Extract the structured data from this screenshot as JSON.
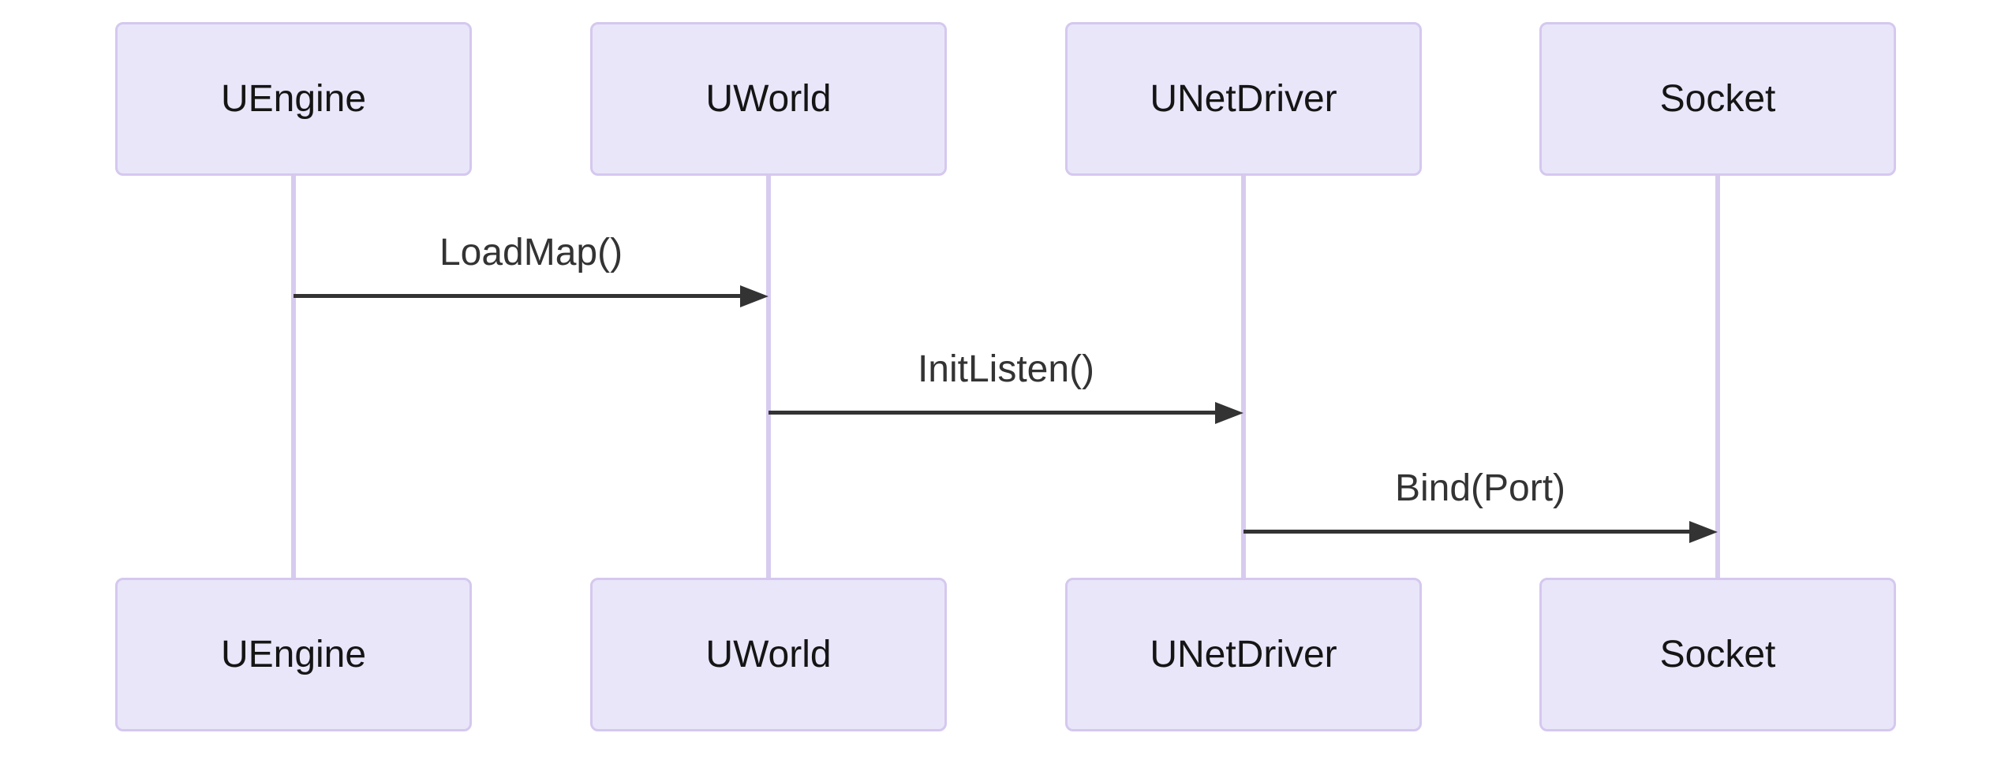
{
  "diagram": {
    "type": "sequence-diagram",
    "actors": [
      {
        "name": "UEngine"
      },
      {
        "name": "UWorld"
      },
      {
        "name": "UNetDriver"
      },
      {
        "name": "Socket"
      }
    ],
    "messages": [
      {
        "from": "UEngine",
        "to": "UWorld",
        "label": "LoadMap()",
        "arrow": "solid-filled-head"
      },
      {
        "from": "UWorld",
        "to": "UNetDriver",
        "label": "InitListen()",
        "arrow": "solid-filled-head"
      },
      {
        "from": "UNetDriver",
        "to": "Socket",
        "label": "Bind(Port)",
        "arrow": "solid-filled-head"
      }
    ]
  },
  "colors": {
    "background": "#ffffff",
    "actor_fill": "#E9E6FA",
    "actor_border": "#D5C8EE",
    "actor_text": "#151515",
    "lifeline": "#D7CCEF",
    "signal": "#333333"
  }
}
